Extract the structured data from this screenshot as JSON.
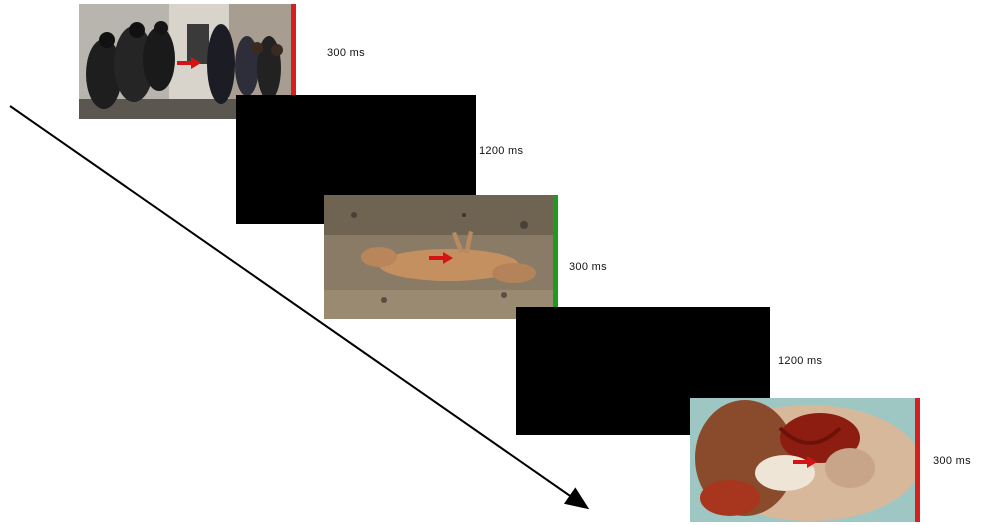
{
  "colors": {
    "unpleasant_bar": "#d61f1f",
    "neutral_bar": "#1e9a1e",
    "fixation_screen": "#000000",
    "cue_arrow": "#d41414"
  },
  "icons": {
    "cue": "right-arrow-icon",
    "time_axis": "diagonal-arrow-icon"
  },
  "frames": [
    {
      "kind": "photo",
      "content": "armed soldiers in urban street",
      "duration": "300 ms",
      "bar_color": "red"
    },
    {
      "kind": "blank",
      "duration": "1200 ms"
    },
    {
      "kind": "photo",
      "content": "dead animal on dirt ground",
      "duration": "300 ms",
      "bar_color": "green"
    },
    {
      "kind": "blank",
      "duration": "1200 ms"
    },
    {
      "kind": "photo",
      "content": "injured face",
      "duration": "300 ms",
      "bar_color": "red"
    }
  ]
}
